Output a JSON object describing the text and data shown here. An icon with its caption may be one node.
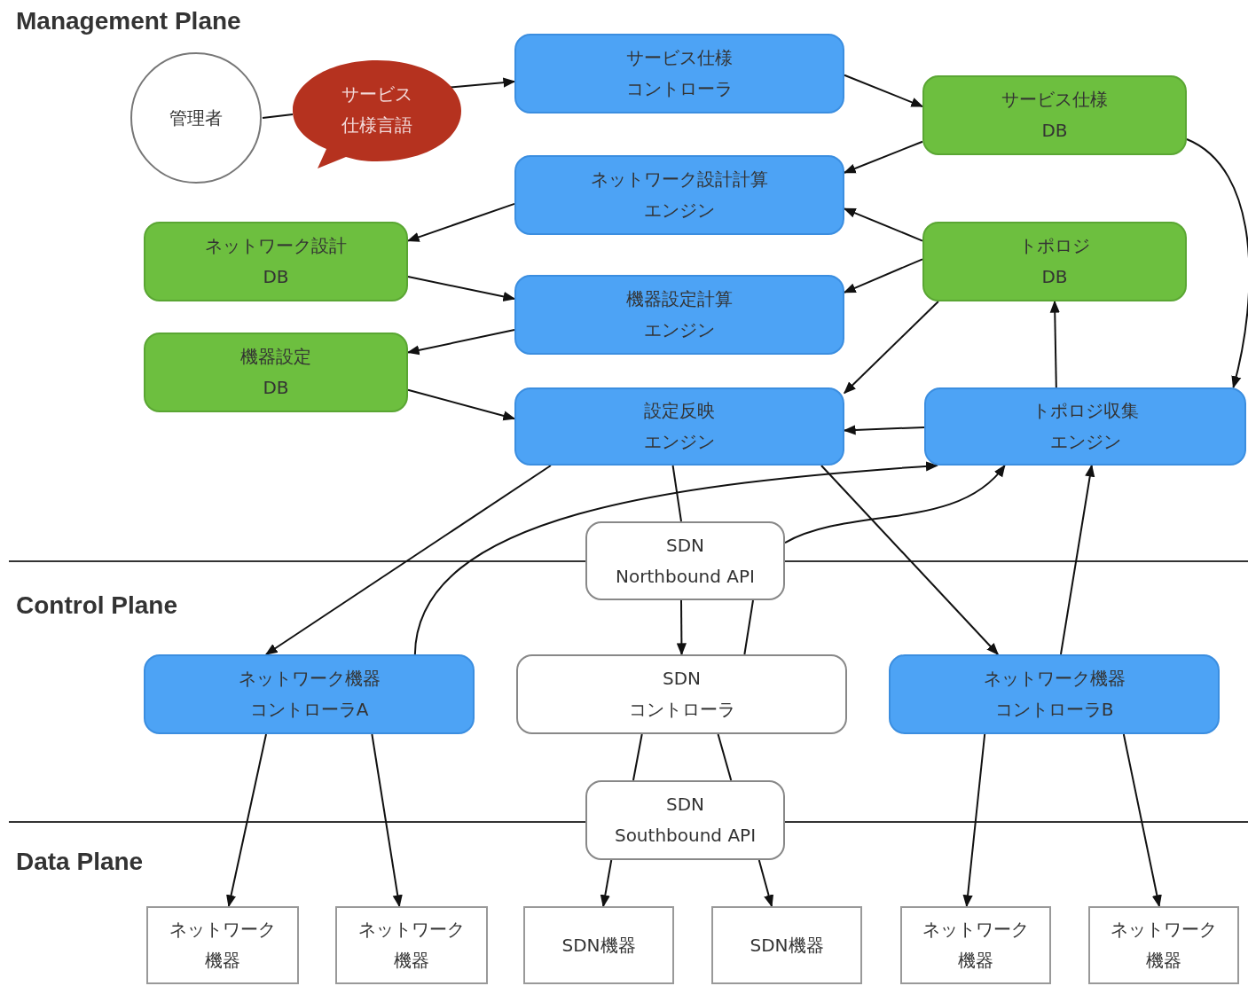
{
  "diagram": {
    "nodes": [
      {
        "text": [
          "管理者"
        ]
      },
      {
        "text": [
          "サービス仕様言語"
        ]
      },
      {
        "text": [
          "サービス仕様コントローラ"
        ]
      },
      {
        "text": [
          "サービス仕様 DB"
        ]
      },
      {
        "text": [
          "ネットワーク設計計算エンジン"
        ]
      },
      {
        "text": [
          "ネットワーク設計 DB"
        ]
      },
      {
        "text": [
          "トポロジ DB"
        ]
      },
      {
        "text": [
          "機器設定計算エンジン"
        ]
      },
      {
        "text": [
          "機器設定 DB"
        ]
      },
      {
        "text": [
          "設定反映エンジン"
        ]
      },
      {
        "text": [
          "トポロジ収集エンジン"
        ]
      },
      {
        "text": [
          "SDN Northbound API"
        ]
      },
      {
        "text": [
          "ネットワーク機器コントローラA"
        ]
      },
      {
        "text": [
          "SDN コントローラ"
        ]
      },
      {
        "text": [
          "ネットワーク機器コントローラB"
        ]
      },
      {
        "text": [
          "SDN Southbound API"
        ]
      },
      {
        "text": [
          "ネットワーク機器"
        ]
      },
      {
        "text": [
          "ネットワーク機器"
        ]
      },
      {
        "text": [
          "SDN機器"
        ]
      },
      {
        "text": [
          "SDN機器"
        ]
      },
      {
        "text": [
          "ネットワーク機器"
        ]
      },
      {
        "text": [
          "ネットワーク機器"
        ]
      }
    ],
    "edges": [
      {
        "from": 0,
        "to": 1,
        "arrow": "none"
      },
      {
        "from": 1,
        "to": 2,
        "arrow": "to"
      },
      {
        "from": 2,
        "to": 3,
        "arrow": "to"
      },
      {
        "from": 3,
        "to": 4,
        "arrow": "to"
      },
      {
        "from": 3,
        "to": 10,
        "arrow": "to"
      },
      {
        "from": 4,
        "to": 5,
        "arrow": "to"
      },
      {
        "from": 6,
        "to": 4,
        "arrow": "to"
      },
      {
        "from": 5,
        "to": 7,
        "arrow": "to"
      },
      {
        "from": 6,
        "to": 7,
        "arrow": "to"
      },
      {
        "from": 7,
        "to": 8,
        "arrow": "to"
      },
      {
        "from": 6,
        "to": 9,
        "arrow": "to"
      },
      {
        "from": 8,
        "to": 9,
        "arrow": "to"
      },
      {
        "from": 10,
        "to": 9,
        "arrow": "to"
      },
      {
        "from": 10,
        "to": 6,
        "arrow": "to"
      },
      {
        "from": 9,
        "to": 12,
        "arrow": "to"
      },
      {
        "from": 9,
        "to": 11,
        "arrow": "none"
      },
      {
        "from": 9,
        "to": 14,
        "arrow": "to"
      },
      {
        "from": 12,
        "to": 10,
        "arrow": "to"
      },
      {
        "from": 11,
        "to": 10,
        "arrow": "to"
      },
      {
        "from": 11,
        "to": 13,
        "arrow": "to"
      },
      {
        "from": 13,
        "to": 11,
        "arrow": "none"
      },
      {
        "from": 14,
        "to": 10,
        "arrow": "to"
      },
      {
        "from": 12,
        "to": 16,
        "arrow": "to"
      },
      {
        "from": 12,
        "to": 17,
        "arrow": "to"
      },
      {
        "from": 13,
        "to": 15,
        "arrow": "none"
      },
      {
        "from": 13,
        "to": 15,
        "arrow": "none"
      },
      {
        "from": 15,
        "to": 18,
        "arrow": "to"
      },
      {
        "from": 15,
        "to": 19,
        "arrow": "to"
      },
      {
        "from": 14,
        "to": 20,
        "arrow": "to"
      },
      {
        "from": 14,
        "to": 21,
        "arrow": "to"
      }
    ],
    "labels": [
      "Management Plane",
      "Control Plane",
      "Data Plane"
    ]
  }
}
